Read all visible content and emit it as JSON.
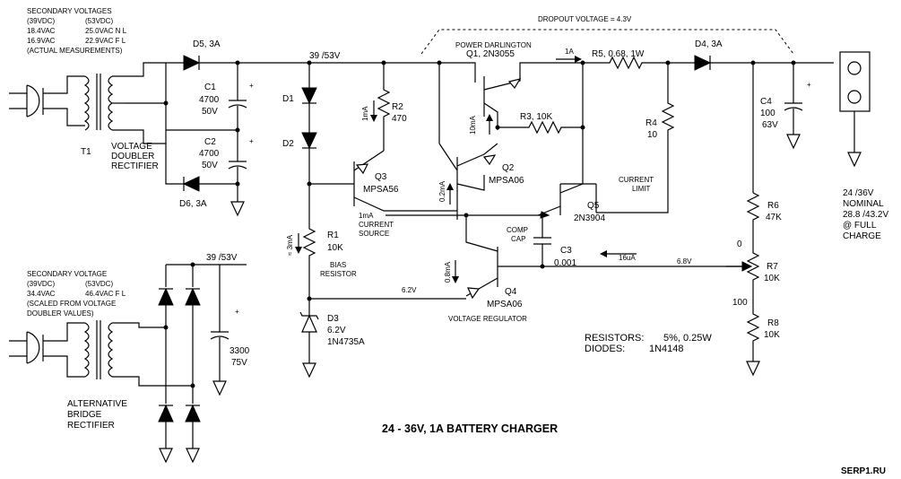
{
  "title": "24 - 36V, 1A BATTERY CHARGER",
  "watermark": "SERP1.RU",
  "secondary": {
    "l1": "SECONDARY VOLTAGES",
    "l2a": "(39VDC)",
    "l2b": "(53VDC)",
    "l3a": "18.4VAC",
    "l3b": "25.0VAC N L",
    "l4a": "16.9VAC",
    "l4b": "22.9VAC F L",
    "l5": "(ACTUAL MEASUREMENTS)"
  },
  "alt_secondary": {
    "l1": "SECONDARY VOLTAGE",
    "l2a": "(39VDC)",
    "l2b": "(53VDC)",
    "l3a": "34.4VAC",
    "l3b": "46.4VAC F L",
    "l4": "(SCALED FROM VOLTAGE",
    "l5": "DOUBLER VALUES)"
  },
  "transformer": {
    "ref": "T1",
    "l1": "VOLTAGE",
    "l2": "DOUBLER",
    "l3": "RECTIFIER"
  },
  "alt_bridge": {
    "l1": "ALTERNATIVE",
    "l2": "BRIDGE",
    "l3": "RECTIFIER"
  },
  "components": {
    "d5": "D5, 3A",
    "d6": "D6, 3A",
    "d4": "D4, 3A",
    "c1": "C1",
    "c1v": "4700",
    "c1u": "50V",
    "c2": "C2",
    "c2v": "4700",
    "c2u": "50V",
    "c3": "C3",
    "c3v": "0.001",
    "c4": "C4",
    "c4v": "100",
    "c4u": "63V",
    "c_alt_v": "3300",
    "c_alt_u": "75V",
    "d1": "D1",
    "d2": "D2",
    "d3": "D3",
    "d3v": "6.2V",
    "d3p": "1N4735A",
    "r1": "R1",
    "r1v": "10K",
    "r1n1": "BIAS",
    "r1n2": "RESISTOR",
    "r2": "R2",
    "r2v": "470",
    "r3": "R3, 10K",
    "r4": "R4",
    "r4v": "10",
    "r5": "R5, 0.68, 1W",
    "r6": "R6",
    "r6v": "47K",
    "r7": "R7",
    "r7v": "10K",
    "r8": "R8",
    "r8v": "10K",
    "q1": "Q1, 2N3055",
    "q1n": "POWER DARLINGTON",
    "q2": "Q2",
    "q2p": "MPSA06",
    "q3": "Q3",
    "q3p": "MPSA56",
    "q3n1": "CURRENT",
    "q3n2": "SOURCE",
    "q4": "Q4",
    "q4p": "MPSA06",
    "q4n": "VOLTAGE REGULATOR",
    "q5": "Q5",
    "q5p": "2N3904",
    "q5n1": "CURRENT",
    "q5n2": "LIMIT",
    "comp1": "COMP",
    "comp2": "CAP"
  },
  "annotations": {
    "v_main": "39 /53V",
    "v_alt": "39 /53V",
    "dropout": "DROPOUT VOLTAGE = 4.3V",
    "i_1a": "1A",
    "i_1ma": "1mA",
    "i_1ma_b": "1mA",
    "i_10ma": "10mA",
    "i_02ma": "0.2mA",
    "i_3ma": "≈ 3mA",
    "i_08ma": "0.8mA",
    "i_16ua": "16uA",
    "v_62": "6.2V",
    "v_68": "6.8V",
    "pot_0": "0",
    "pot_100": "100",
    "resistors_k": "RESISTORS:",
    "resistors_v": "5%, 0.25W",
    "diodes_k": "DIODES:",
    "diodes_v": "1N4148",
    "out1": "24 /36V",
    "out2": "NOMINAL",
    "out3": "28.8 /43.2V",
    "out4": "@ FULL",
    "out5": "CHARGE",
    "plus": "+"
  }
}
